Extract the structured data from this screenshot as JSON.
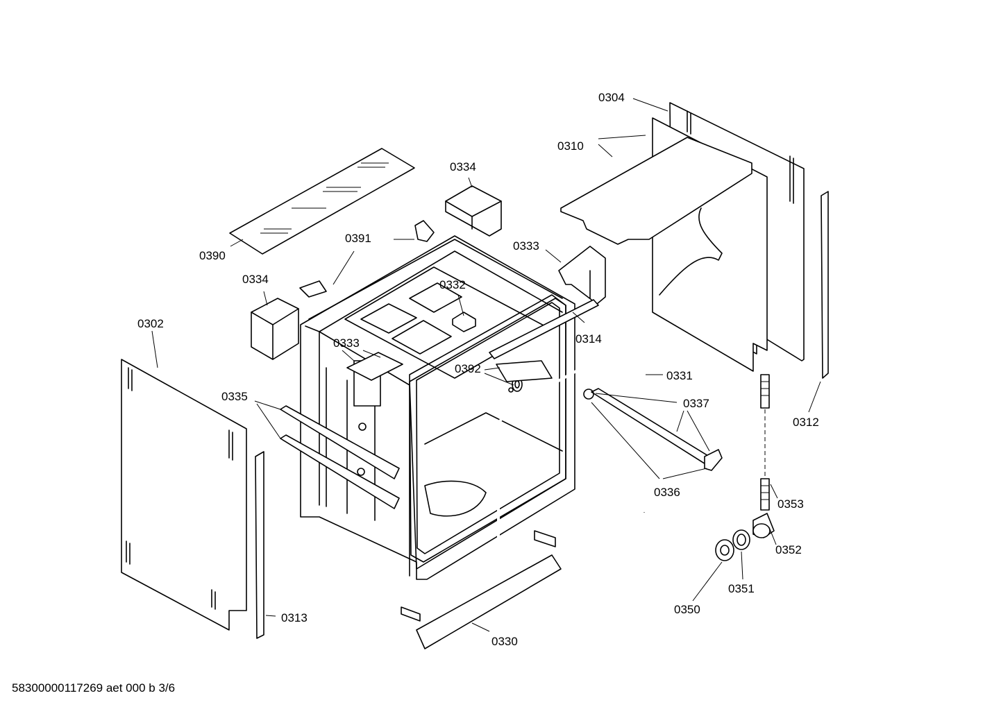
{
  "labels": {
    "p0304": "0304",
    "p0310": "0310",
    "p0334a": "0334",
    "p0333a": "0333",
    "p0390": "0390",
    "p0391": "0391",
    "p0334b": "0334",
    "p0332": "0332",
    "p0302": "0302",
    "p0333b": "0333",
    "p0314": "0314",
    "p0392": "0392",
    "p0331": "0331",
    "p0337": "0337",
    "p0312": "0312",
    "p0335": "0335",
    "p0336": "0336",
    "p0353": "0353",
    "p0352": "0352",
    "p0351": "0351",
    "p0350": "0350",
    "p0313": "0313",
    "p0330": "0330"
  },
  "footer": "58300000117269 aet 000 b 3/6"
}
